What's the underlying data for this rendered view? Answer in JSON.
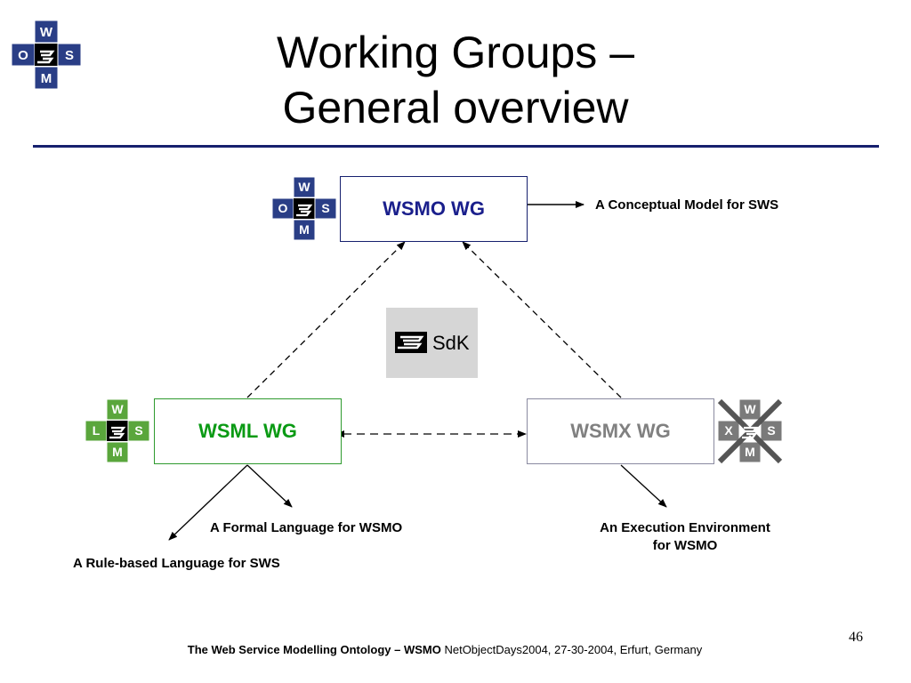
{
  "slide": {
    "title_line1": "Working Groups –",
    "title_line2": "General overview",
    "page_number": "46"
  },
  "groups": {
    "wsmo": {
      "label": "WSMO WG",
      "color": "#1a1f8c"
    },
    "wsml": {
      "label": "WSML WG",
      "color": "#0a9a14"
    },
    "wsmx": {
      "label": "WSMX WG",
      "color": "#808080"
    }
  },
  "notes": {
    "wsmo": "A Conceptual Model for SWS",
    "wsml_formal": "A Formal Language for WSMO",
    "wsml_rule": "A Rule-based Language for SWS",
    "wsmx_line1": "An Execution Environment",
    "wsmx_line2": "for WSMO"
  },
  "logos": {
    "wsmo_letters": [
      "W",
      "O",
      "S",
      "M"
    ],
    "wsml_letters": [
      "W",
      "L",
      "S",
      "M"
    ],
    "wsmx_letters": [
      "W",
      "X",
      "S",
      "M"
    ],
    "sdk_text": "SdK"
  },
  "footer": {
    "bold": "The Web Service Modelling Ontology – WSMO",
    "plain": "NetObjectDays2004, 27-30-2004, Erfurt, Germany"
  }
}
